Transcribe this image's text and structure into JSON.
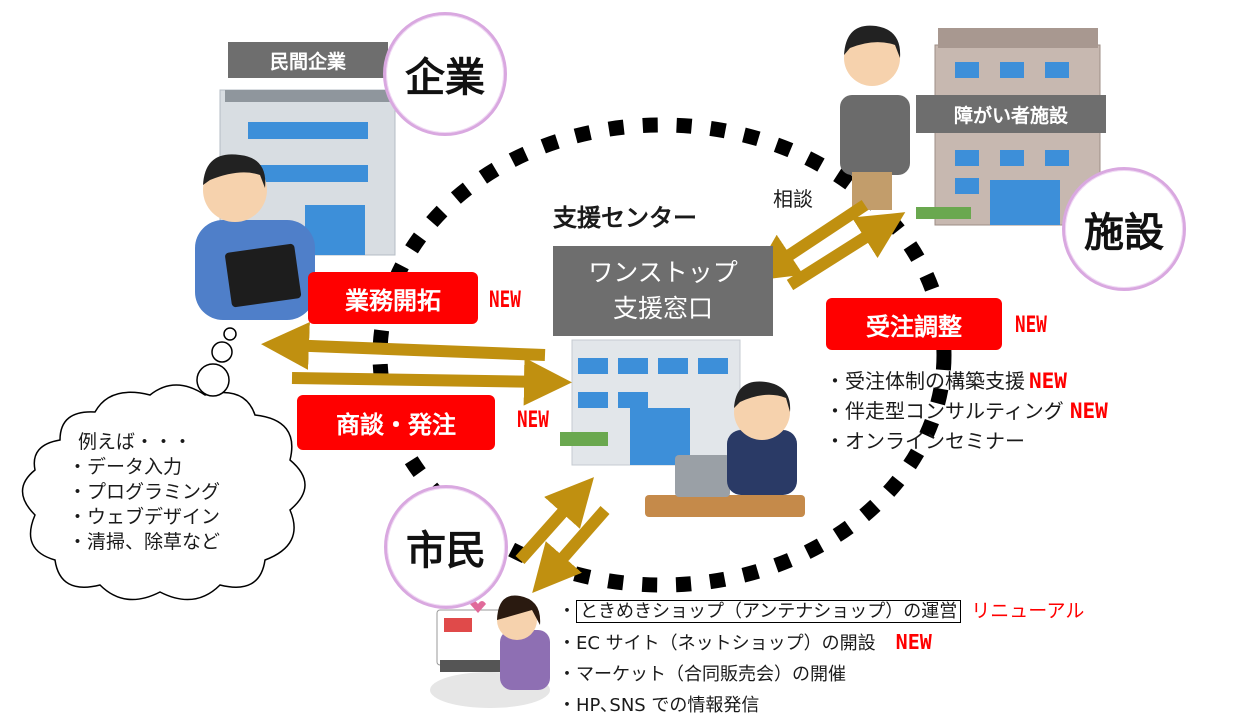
{
  "colors": {
    "accent_red": "#ff0000",
    "arrow_gold": "#c09010",
    "label_gray": "#6e6e6e",
    "circle_border": "#d9a8e0"
  },
  "labels": {
    "company_circle": "企業",
    "company_sub": "民間企業",
    "facility_circle": "施設",
    "facility_sub": "障がい者施設",
    "citizen_circle": "市民",
    "center_title": "支援センター",
    "center_box_line1": "ワンストップ",
    "center_box_line2": "支援窓口",
    "consult": "相談"
  },
  "tasks": {
    "business_dev": "業務開拓",
    "negotiation": "商談・発注",
    "order_adjust": "受注調整",
    "new_tag": "NEW"
  },
  "order_list": [
    "・受注体制の構築支援",
    "・伴走型コンサルティング",
    "・オンラインセミナー"
  ],
  "cloud": {
    "lines": [
      "例えば・・・",
      "・データ入力",
      "・プログラミング",
      "・ウェブデザイン",
      "・清掃、除草など"
    ]
  },
  "citizen_list": {
    "items": [
      "・",
      "ときめきショップ（アンテナショップ）の運営",
      "・EC サイト（ネットショップ）の開設",
      "・マーケット（合同販売会）の開催",
      "・HP､SNS での情報発信"
    ],
    "renewal": "リニューアル"
  }
}
